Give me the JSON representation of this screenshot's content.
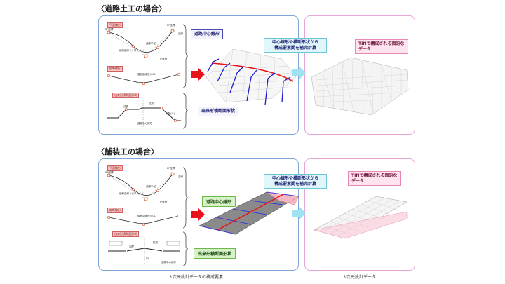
{
  "sections": [
    {
      "title": "〈道路土工の場合〉",
      "tags": {
        "plan": "平面線形",
        "profile": "縦断線形",
        "cross": "出来形横断面形状"
      },
      "plan_labels": [
        "BP座標",
        "EP座標",
        "曲線",
        "緩和曲線（クロソイド）",
        "曲線半径",
        "IP座標"
      ],
      "profile_labels": [
        "縦断曲線長(VCL)"
      ],
      "cross_labels": [
        "幅員",
        "勾配(%)",
        "法長",
        "道路中心線形"
      ],
      "callouts": {
        "center_line": "道路中心線形",
        "cross_shape": "出来形横断面形状",
        "interp": [
          "中心線形や横断形状から",
          "構成要素間を補完計算"
        ],
        "tin": [
          "TINで構成される面的な",
          "データ"
        ]
      }
    },
    {
      "title": "〈舗装工の場合〉",
      "tags": {
        "plan": "平面線形",
        "profile": "縦断線形",
        "cross": "出来形横断面形状"
      },
      "plan_labels": [
        "BP座標",
        "EP座標",
        "曲線",
        "緩和曲線（クロソイド）",
        "曲線半径",
        "IP座標"
      ],
      "profile_labels": [
        "縦断曲線長(VCL)"
      ],
      "cross_labels": [
        "幅員",
        "勾配",
        "CL",
        "道路中心線形"
      ],
      "callouts": {
        "center_line": "道路中心線形",
        "cross_shape": "出来形横断面形状",
        "interp": [
          "中心線形や横断形状から",
          "構成要素間を補完計算"
        ],
        "tin": [
          "TINで構成される面的な",
          "データ"
        ]
      }
    }
  ],
  "captions": {
    "left": "３次元設計データの構成要素",
    "right": "３次元設計データ"
  },
  "colors": {
    "left_border": "#7ea6d8",
    "right_border": "#e6a4d8",
    "arrow_red": "#e8121a",
    "arrow_cyan": "#9fe3f0",
    "center_line_red": "#e8121a",
    "cross_lines_blue": "#1b1bd0"
  }
}
